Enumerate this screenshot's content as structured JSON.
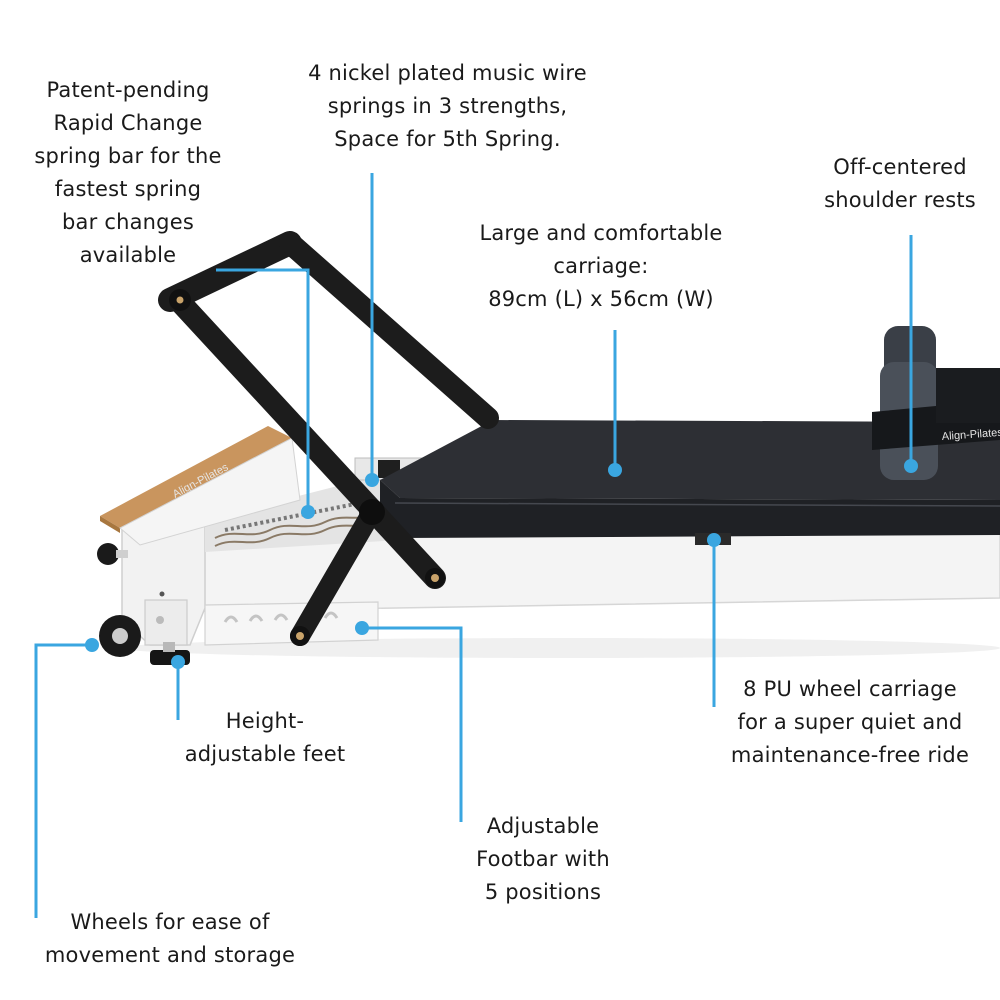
{
  "accent_color": "#3aa6e0",
  "brand_text": "Align-Pilates",
  "callouts": {
    "spring_bar": "Patent-pending\nRapid Change\nspring bar for the\nfastest spring\nbar changes\navailable",
    "springs": "4 nickel plated music wire\nsprings in 3 strengths,\nSpace for 5th Spring.",
    "carriage": "Large and comfortable\ncarriage:\n89cm (L) x 56cm (W)",
    "shoulder_rests": "Off-centered\nshoulder rests",
    "pu_wheels": "8 PU wheel carriage\nfor a super quiet and\nmaintenance-free ride",
    "feet": "Height-\nadjustable feet",
    "footbar": "Adjustable\nFootbar with\n5 positions",
    "wheels": "Wheels for ease of\nmovement and storage"
  }
}
